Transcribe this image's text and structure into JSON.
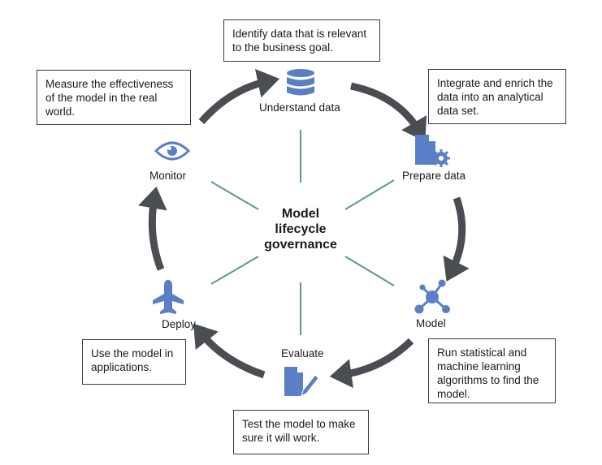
{
  "center": {
    "line1": "Model",
    "line2": "lifecycle",
    "line3": "governance"
  },
  "stages": {
    "understand": "Understand data",
    "prepare": "Prepare data",
    "model": "Model",
    "evaluate": "Evaluate",
    "deploy": "Deploy",
    "monitor": "Monitor"
  },
  "descriptions": {
    "understand": "Identify data that is relevant to the business goal.",
    "prepare": "Integrate and enrich the data into an analytical data set.",
    "model": "Run statistical and machine learning algorithms to find the model.",
    "evaluate": "Test the model to make sure it will work.",
    "deploy": "Use the model in applications.",
    "monitor": "Measure the effectiveness of the model in the real world."
  },
  "colors": {
    "icon": "#5b7fc7",
    "arrow": "#4a4d52",
    "spoke": "#5f9a83"
  },
  "icons": {
    "understand": "database-icon",
    "prepare": "document-gear-icon",
    "model": "network-nodes-icon",
    "evaluate": "document-pencil-icon",
    "deploy": "airplane-icon",
    "monitor": "eye-icon"
  }
}
